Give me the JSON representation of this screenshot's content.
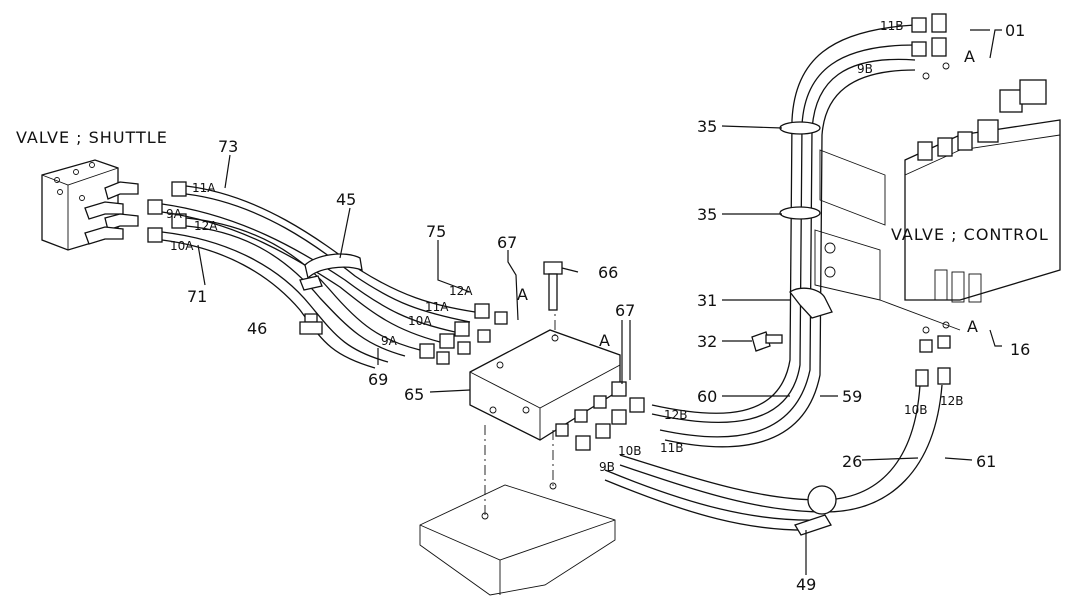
{
  "components": {
    "shuttle_valve": "VALVE ; SHUTTLE",
    "control_valve": "VALVE ; CONTROL"
  },
  "parts": {
    "p01": "01",
    "p16": "16",
    "p26": "26",
    "p31": "31",
    "p32": "32",
    "p35a": "35",
    "p35b": "35",
    "p45": "45",
    "p46": "46",
    "p49": "49",
    "p59": "59",
    "p60": "60",
    "p61": "61",
    "p65": "65",
    "p66": "66",
    "p67a": "67",
    "p67b": "67",
    "p69": "69",
    "p71": "71",
    "p73": "73",
    "p75": "75"
  },
  "callouts": {
    "a1": "A",
    "a2": "A",
    "a3": "A",
    "a4": "A"
  },
  "hoses": {
    "h11A_s": "11A",
    "h9A_s": "9A",
    "h12A_s": "12A",
    "h10A_s": "10A",
    "h12A_b": "12A",
    "h11A_b": "11A",
    "h10A_b": "10A",
    "h9A_b": "9A",
    "h12B_b": "12B",
    "h11B_b": "11B",
    "h10B_b": "10B",
    "h9B_b": "9B",
    "h11B_t": "11B",
    "h9B_t": "9B",
    "h10B_r": "10B",
    "h12B_r": "12B"
  }
}
